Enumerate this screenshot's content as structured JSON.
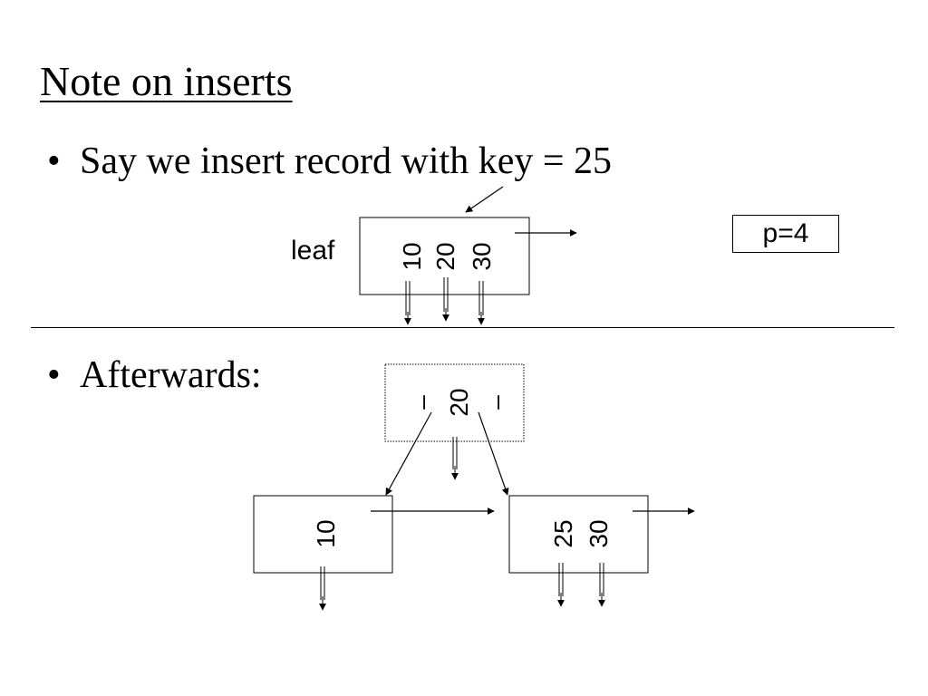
{
  "slide": {
    "title": "Note on inserts",
    "bullets": [
      {
        "text": "Say we insert record with key = 25"
      },
      {
        "text": "Afterwards:"
      }
    ],
    "parameter_label": "p=4"
  },
  "diagram": {
    "before": {
      "leaf_label": "leaf",
      "keys": [
        "10",
        "20",
        "30"
      ]
    },
    "after": {
      "parent": {
        "keys": [
          "–",
          "20",
          "–"
        ]
      },
      "left_leaf": {
        "keys": [
          "10"
        ]
      },
      "right_leaf": {
        "keys": [
          "25",
          "30"
        ]
      }
    }
  }
}
